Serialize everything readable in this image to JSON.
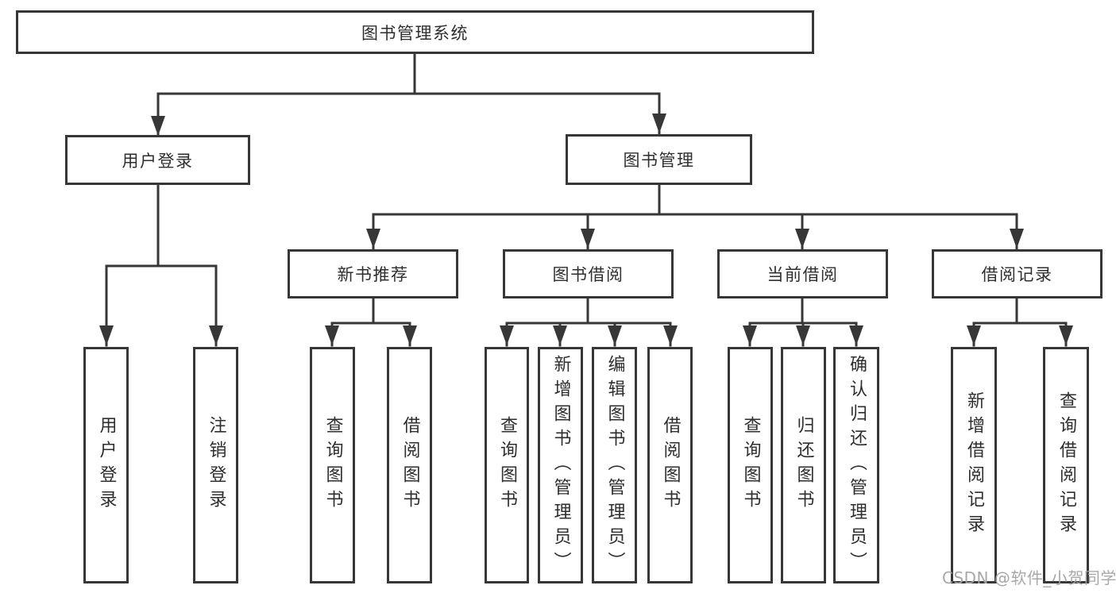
{
  "diagram": {
    "root": {
      "label": "图书管理系统"
    },
    "level2": [
      {
        "label": "用户登录"
      },
      {
        "label": "图书管理"
      }
    ],
    "level3": [
      {
        "label": "新书推荐"
      },
      {
        "label": "图书借阅"
      },
      {
        "label": "当前借阅"
      },
      {
        "label": "借阅记录"
      }
    ],
    "leaves": [
      {
        "label": "用户登录"
      },
      {
        "label": "注销登录"
      },
      {
        "label": "查询图书"
      },
      {
        "label": "借阅图书"
      },
      {
        "label": "查询图书"
      },
      {
        "label": "新增图书（管理员）"
      },
      {
        "label": "编辑图书（管理员）"
      },
      {
        "label": "借阅图书"
      },
      {
        "label": "查询图书"
      },
      {
        "label": "归还图书"
      },
      {
        "label": "确认归还（管理员）"
      },
      {
        "label": "新增借阅记录"
      },
      {
        "label": "查询借阅记录"
      }
    ],
    "watermark": "CSDN @软件_小贺同学",
    "colors": {
      "line": "#373737",
      "border": "#373737",
      "text": "#2e2e2e",
      "watermark": "#a3a3a3",
      "background": "#ffffff"
    }
  }
}
